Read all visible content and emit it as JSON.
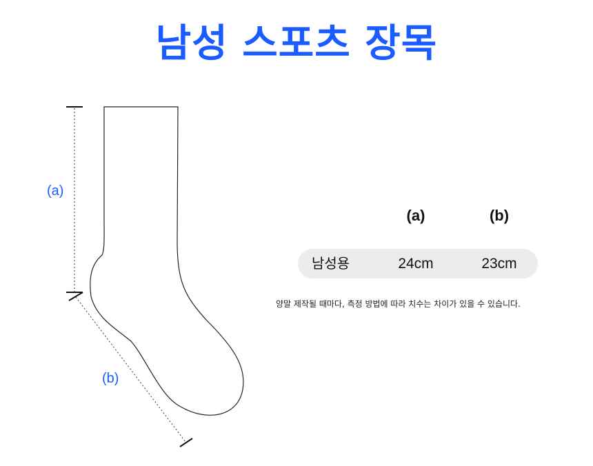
{
  "title": "남성 스포츠 장목",
  "diagram": {
    "label_a": "(a)",
    "label_b": "(b)"
  },
  "size_table": {
    "headers": [
      "(a)",
      "(b)"
    ],
    "rows": [
      {
        "label": "남성용",
        "a": "24cm",
        "b": "23cm"
      }
    ]
  },
  "note": "양말 제작될 때마다, 측정 방법에 따라 치수는 차이가 있을 수 있습니다.",
  "colors": {
    "accent": "#1a5cff",
    "row_background": "#ececec"
  }
}
